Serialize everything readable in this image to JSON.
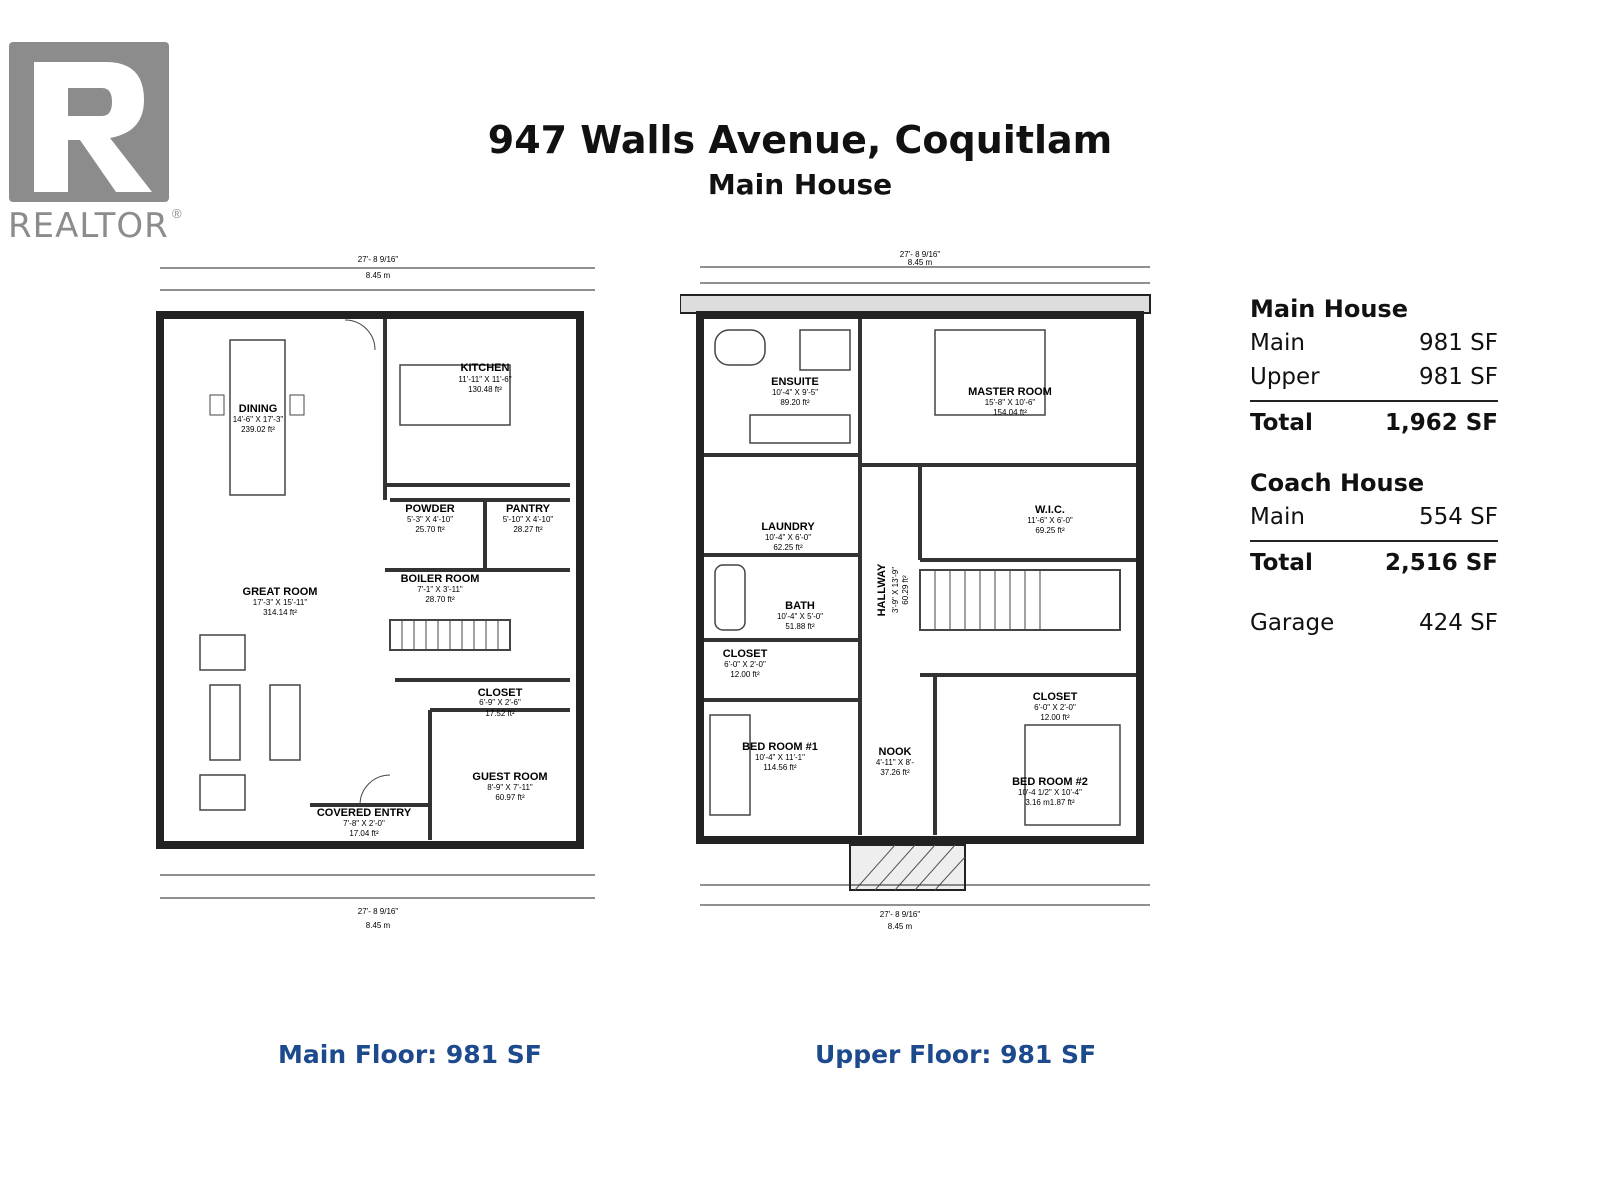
{
  "brand": {
    "logo_text": "REALTOR"
  },
  "title": "947 Walls Avenue, Coquitlam",
  "subtitle": "Main House",
  "main_floor": {
    "caption": "Main Floor: 981 SF",
    "overall_width": "27'- 8 9/16\"",
    "overall_width_m": "8.45 m",
    "rooms": [
      {
        "name": "KITCHEN",
        "dims": "11'-11\" X 11'-6\"",
        "area": "130.48 ft²"
      },
      {
        "name": "DINING",
        "dims": "14'-6\" X 17'-3\"",
        "area": "239.02 ft²"
      },
      {
        "name": "POWDER",
        "dims": "5'-3\" X 4'-10\"",
        "area": "25.70 ft²"
      },
      {
        "name": "PANTRY",
        "dims": "5'-10\" X 4'-10\"",
        "area": "28.27 ft²"
      },
      {
        "name": "BOILER ROOM",
        "dims": "7'-1\" X 3'-11\"",
        "area": "28.70 ft²"
      },
      {
        "name": "GREAT ROOM",
        "dims": "17'-3\" X 15'-11\"",
        "area": "314.14 ft²"
      },
      {
        "name": "CLOSET",
        "dims": "6'-9\" X 2'-6\"",
        "area": "17.52 ft²"
      },
      {
        "name": "GUEST ROOM",
        "dims": "8'-9\" X 7'-11\"",
        "area": "60.97 ft²"
      },
      {
        "name": "COVERED ENTRY",
        "dims": "7'-8\" X 2'-0\"",
        "area": "17.04 ft²"
      }
    ]
  },
  "upper_floor": {
    "caption": "Upper Floor: 981 SF",
    "overall_width": "27'- 8 9/16\"",
    "overall_width_m": "8.45 m",
    "rooms": [
      {
        "name": "ENSUITE",
        "dims": "10'-4\" X 9'-5\"",
        "area": "89.20 ft²"
      },
      {
        "name": "MASTER ROOM",
        "dims": "15'-8\" X 10'-6\"",
        "area": "154.04 ft²"
      },
      {
        "name": "LAUNDRY",
        "dims": "10'-4\" X 6'-0\"",
        "area": "62.25 ft²"
      },
      {
        "name": "W.I.C.",
        "dims": "11'-6\" X 6'-0\"",
        "area": "69.25 ft²"
      },
      {
        "name": "HALLWAY",
        "dims": "3'-9\" X 13'-9\"",
        "area": "60.29 ft²"
      },
      {
        "name": "BATH",
        "dims": "10'-4\" X 5'-0\"",
        "area": "51.88 ft²"
      },
      {
        "name": "CLOSET",
        "dims": "6'-0\" X 2'-0\"",
        "area": "12.00 ft²"
      },
      {
        "name": "BED ROOM #1",
        "dims": "10'-4\" X 11'-1\"",
        "area": "114.56 ft²"
      },
      {
        "name": "NOOK",
        "dims": "4'-11\" X 8'-",
        "area": "37.26 ft²"
      },
      {
        "name": "CLOSET",
        "dims": "6'-0\" X 2'-0\"",
        "area": "12.00 ft²"
      },
      {
        "name": "BED ROOM #2",
        "dims": "10'-4 1/2\" X 10'-4\"",
        "area": "3.16 m1.87 ft²"
      }
    ]
  },
  "summary": {
    "main_house_heading": "Main House",
    "main_label": "Main",
    "main_value": "981 SF",
    "upper_label": "Upper",
    "upper_value": "981 SF",
    "total_label": "Total",
    "total_value": "1,962 SF",
    "coach_heading": "Coach House",
    "coach_main_label": "Main",
    "coach_main_value": "554 SF",
    "coach_total_label": "Total",
    "coach_total_value": "2,516 SF",
    "garage_label": "Garage",
    "garage_value": "424 SF"
  },
  "colors": {
    "caption": "#1c4a8c",
    "logo_gray": "#8c8c8c"
  }
}
